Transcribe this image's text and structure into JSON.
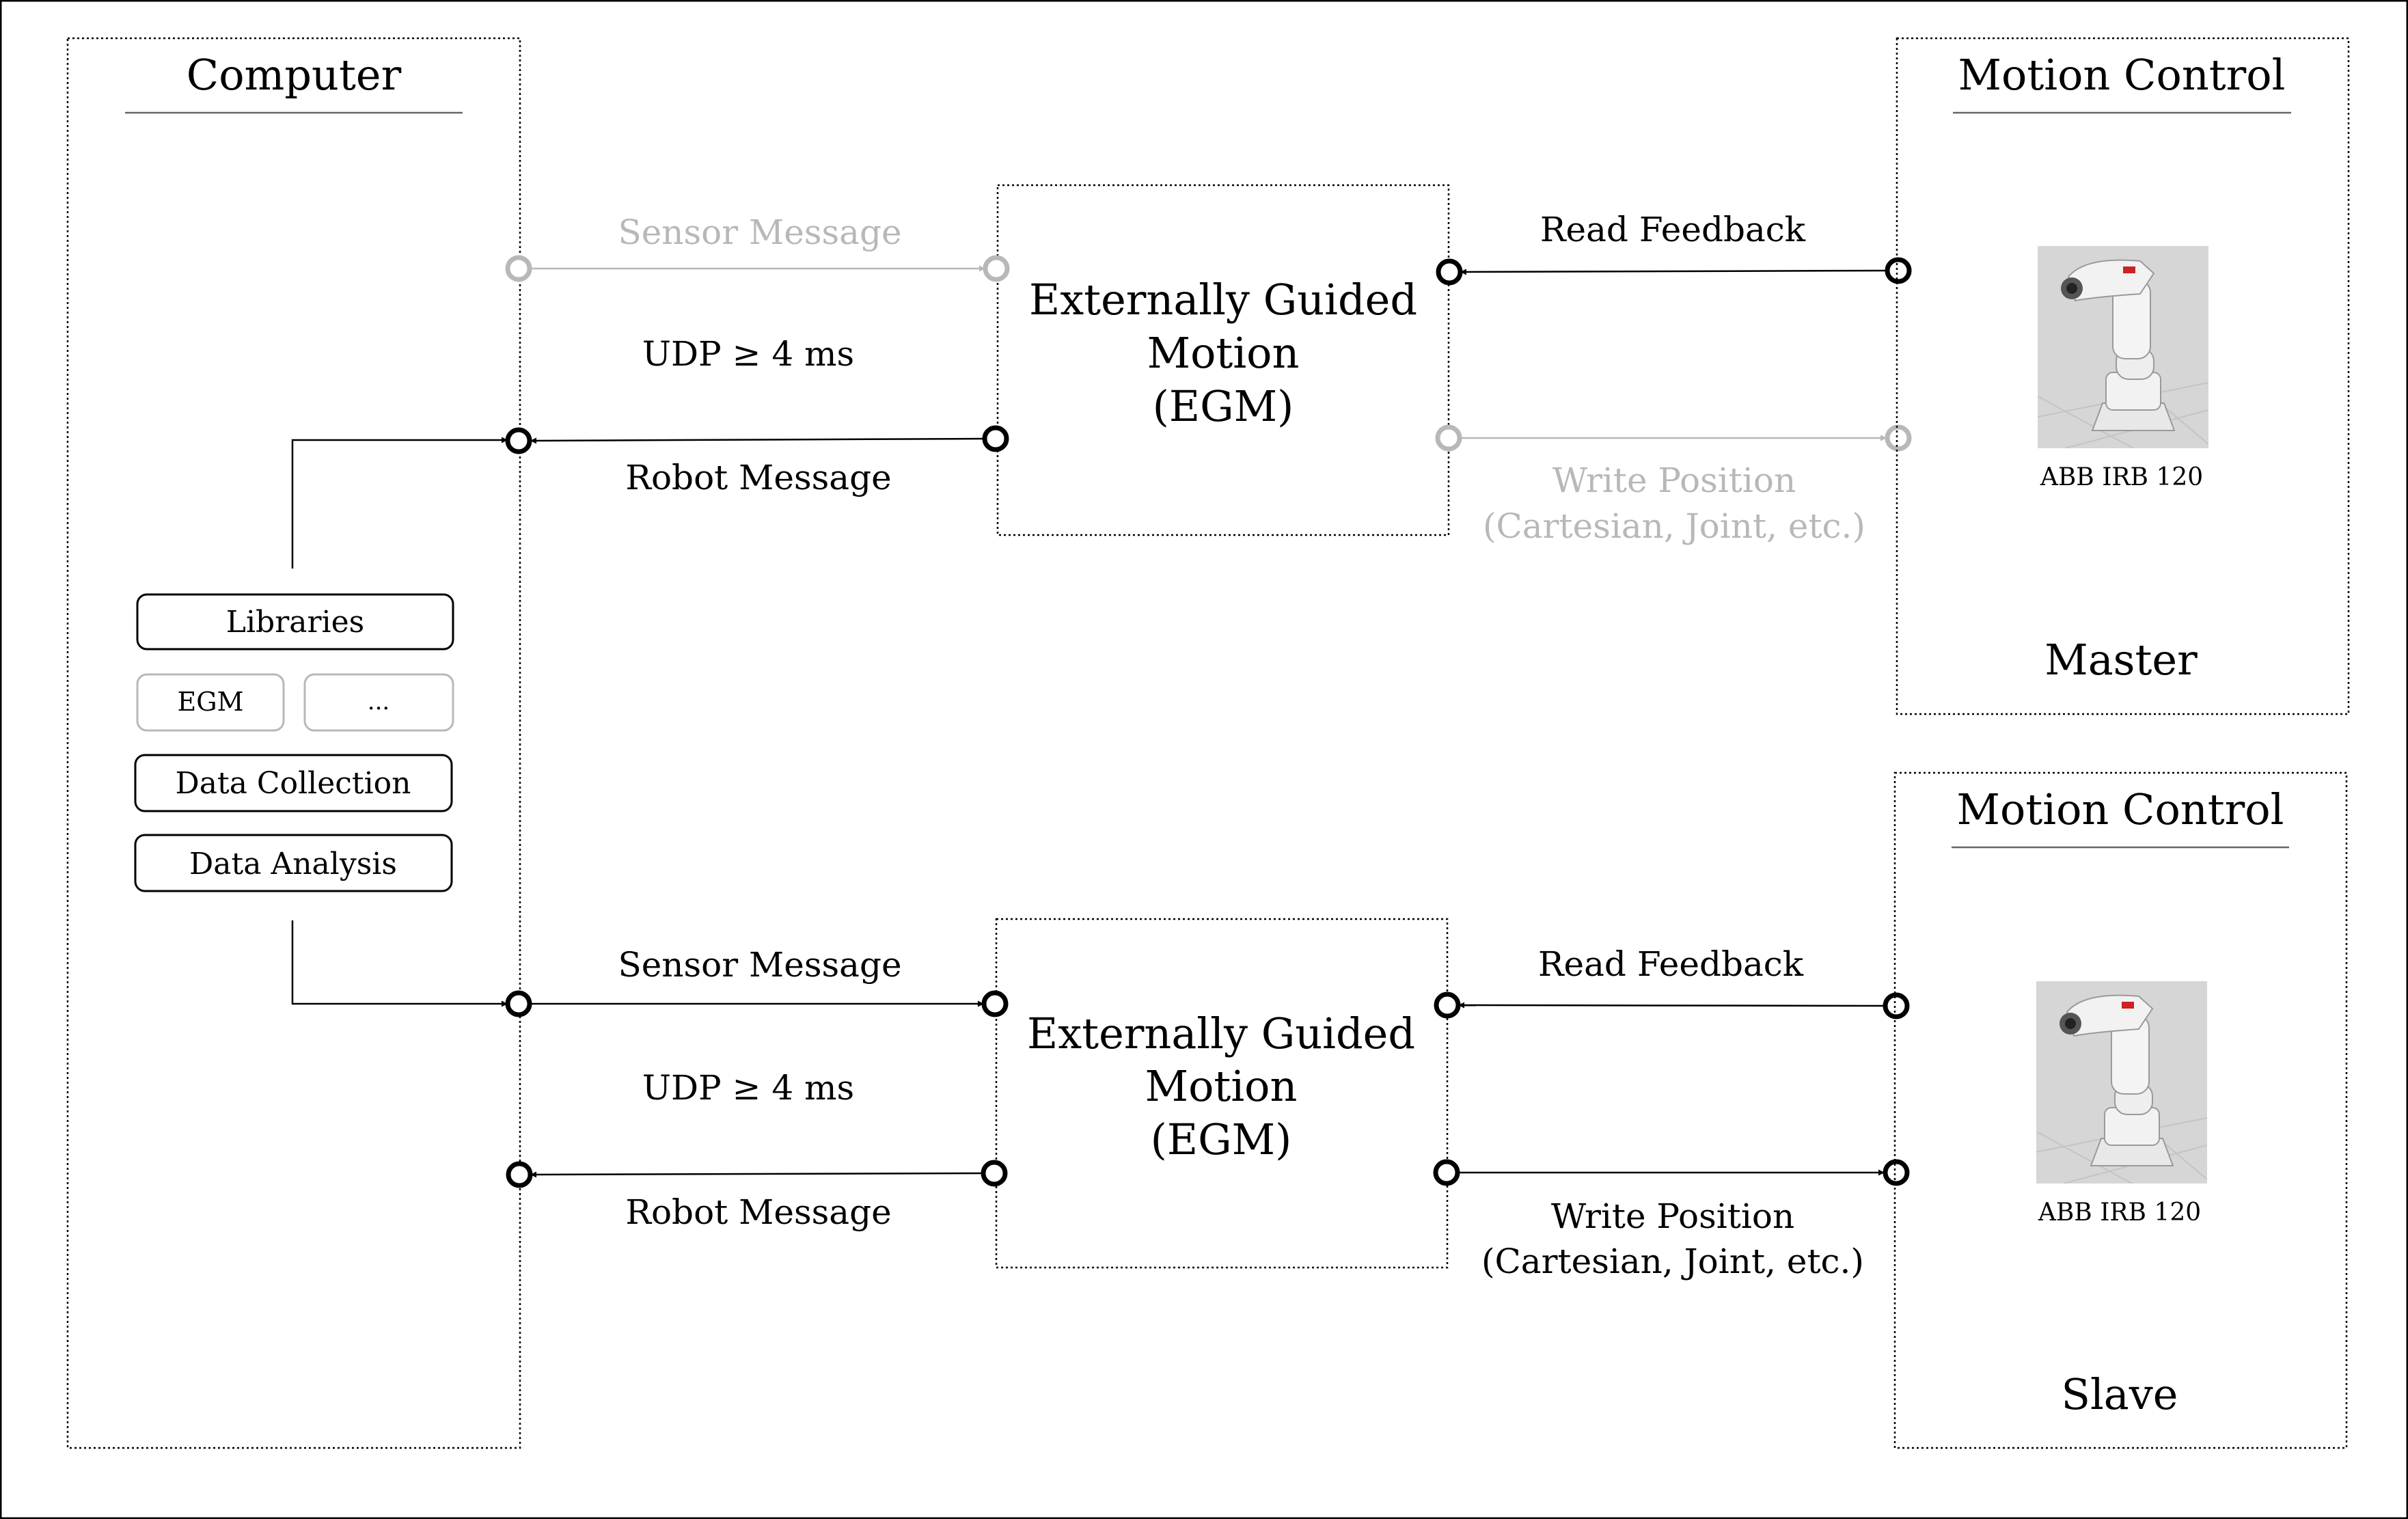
{
  "computer": {
    "title": "Computer",
    "libraries_label": "Libraries",
    "egm_label": "EGM",
    "more_label": "...",
    "data_collection_label": "Data Collection",
    "data_analysis_label": "Data Analysis"
  },
  "master_link": {
    "sensor_message": "Sensor Message",
    "udp": "UDP ≥ 4 ms",
    "robot_message": "Robot Message",
    "egm_line1": "Externally Guided",
    "egm_line2": "Motion",
    "egm_line3": "(EGM)",
    "read_feedback": "Read Feedback",
    "write_position": "Write Position",
    "write_position_detail": "(Cartesian, Joint, etc.)"
  },
  "slave_link": {
    "sensor_message": "Sensor Message",
    "udp": "UDP ≥ 4 ms",
    "robot_message": "Robot Message",
    "egm_line1": "Externally Guided",
    "egm_line2": "Motion",
    "egm_line3": "(EGM)",
    "read_feedback": "Read Feedback",
    "write_position": "Write Position",
    "write_position_detail": "(Cartesian, Joint, etc.)"
  },
  "master_controller": {
    "title": "Motion Control",
    "robot_label": "ABB IRB 120",
    "role": "Master"
  },
  "slave_controller": {
    "title": "Motion Control",
    "robot_label": "ABB IRB 120",
    "role": "Slave"
  },
  "colors": {
    "active": "#000000",
    "inactive": "#b8b8b8",
    "robot_bg": "#d4d4d4",
    "robot_body": "#f2f2f2"
  }
}
